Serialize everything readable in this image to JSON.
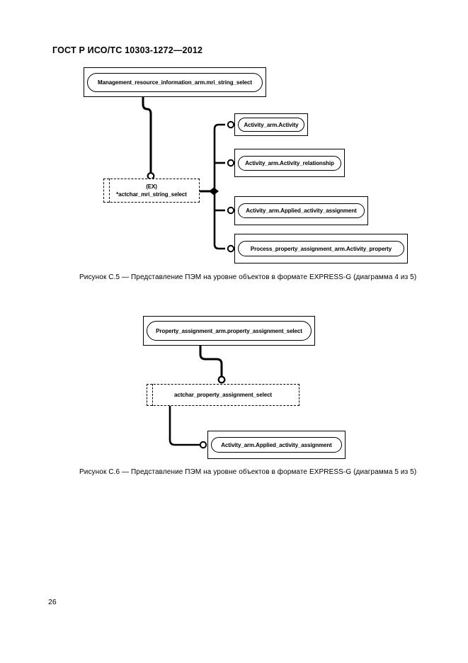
{
  "page": {
    "header": "ГОСТ Р ИСО/ТС 10303-1272—2012",
    "page_number": "26"
  },
  "colors": {
    "ink": "#000000",
    "paper": "#ffffff"
  },
  "diagram1": {
    "caption": "Рисунок С.5 — Представление ПЭМ на уровне объектов в формате EXPRESS-G (диаграмма 4 из 5)",
    "root": "Management_resource_information_arm.mri_string_select",
    "select": {
      "line1": "(EX)",
      "line2": "*actchar_mri_string_select"
    },
    "targets": [
      "Activity_arm.Activity",
      "Activity_arm.Activity_relationship",
      "Activity_arm.Applied_activity_assignment",
      "Process_property_assignment_arm.Activity_property"
    ]
  },
  "diagram2": {
    "caption": "Рисунок С.6 — Представление ПЭМ на уровне объектов в формате EXPRESS-G (диаграмма 5 из 5)",
    "root": "Property_assignment_arm.property_assignment_select",
    "select": "actchar_property_assignment_select",
    "target": "Activity_arm.Applied_activity_assignment"
  }
}
